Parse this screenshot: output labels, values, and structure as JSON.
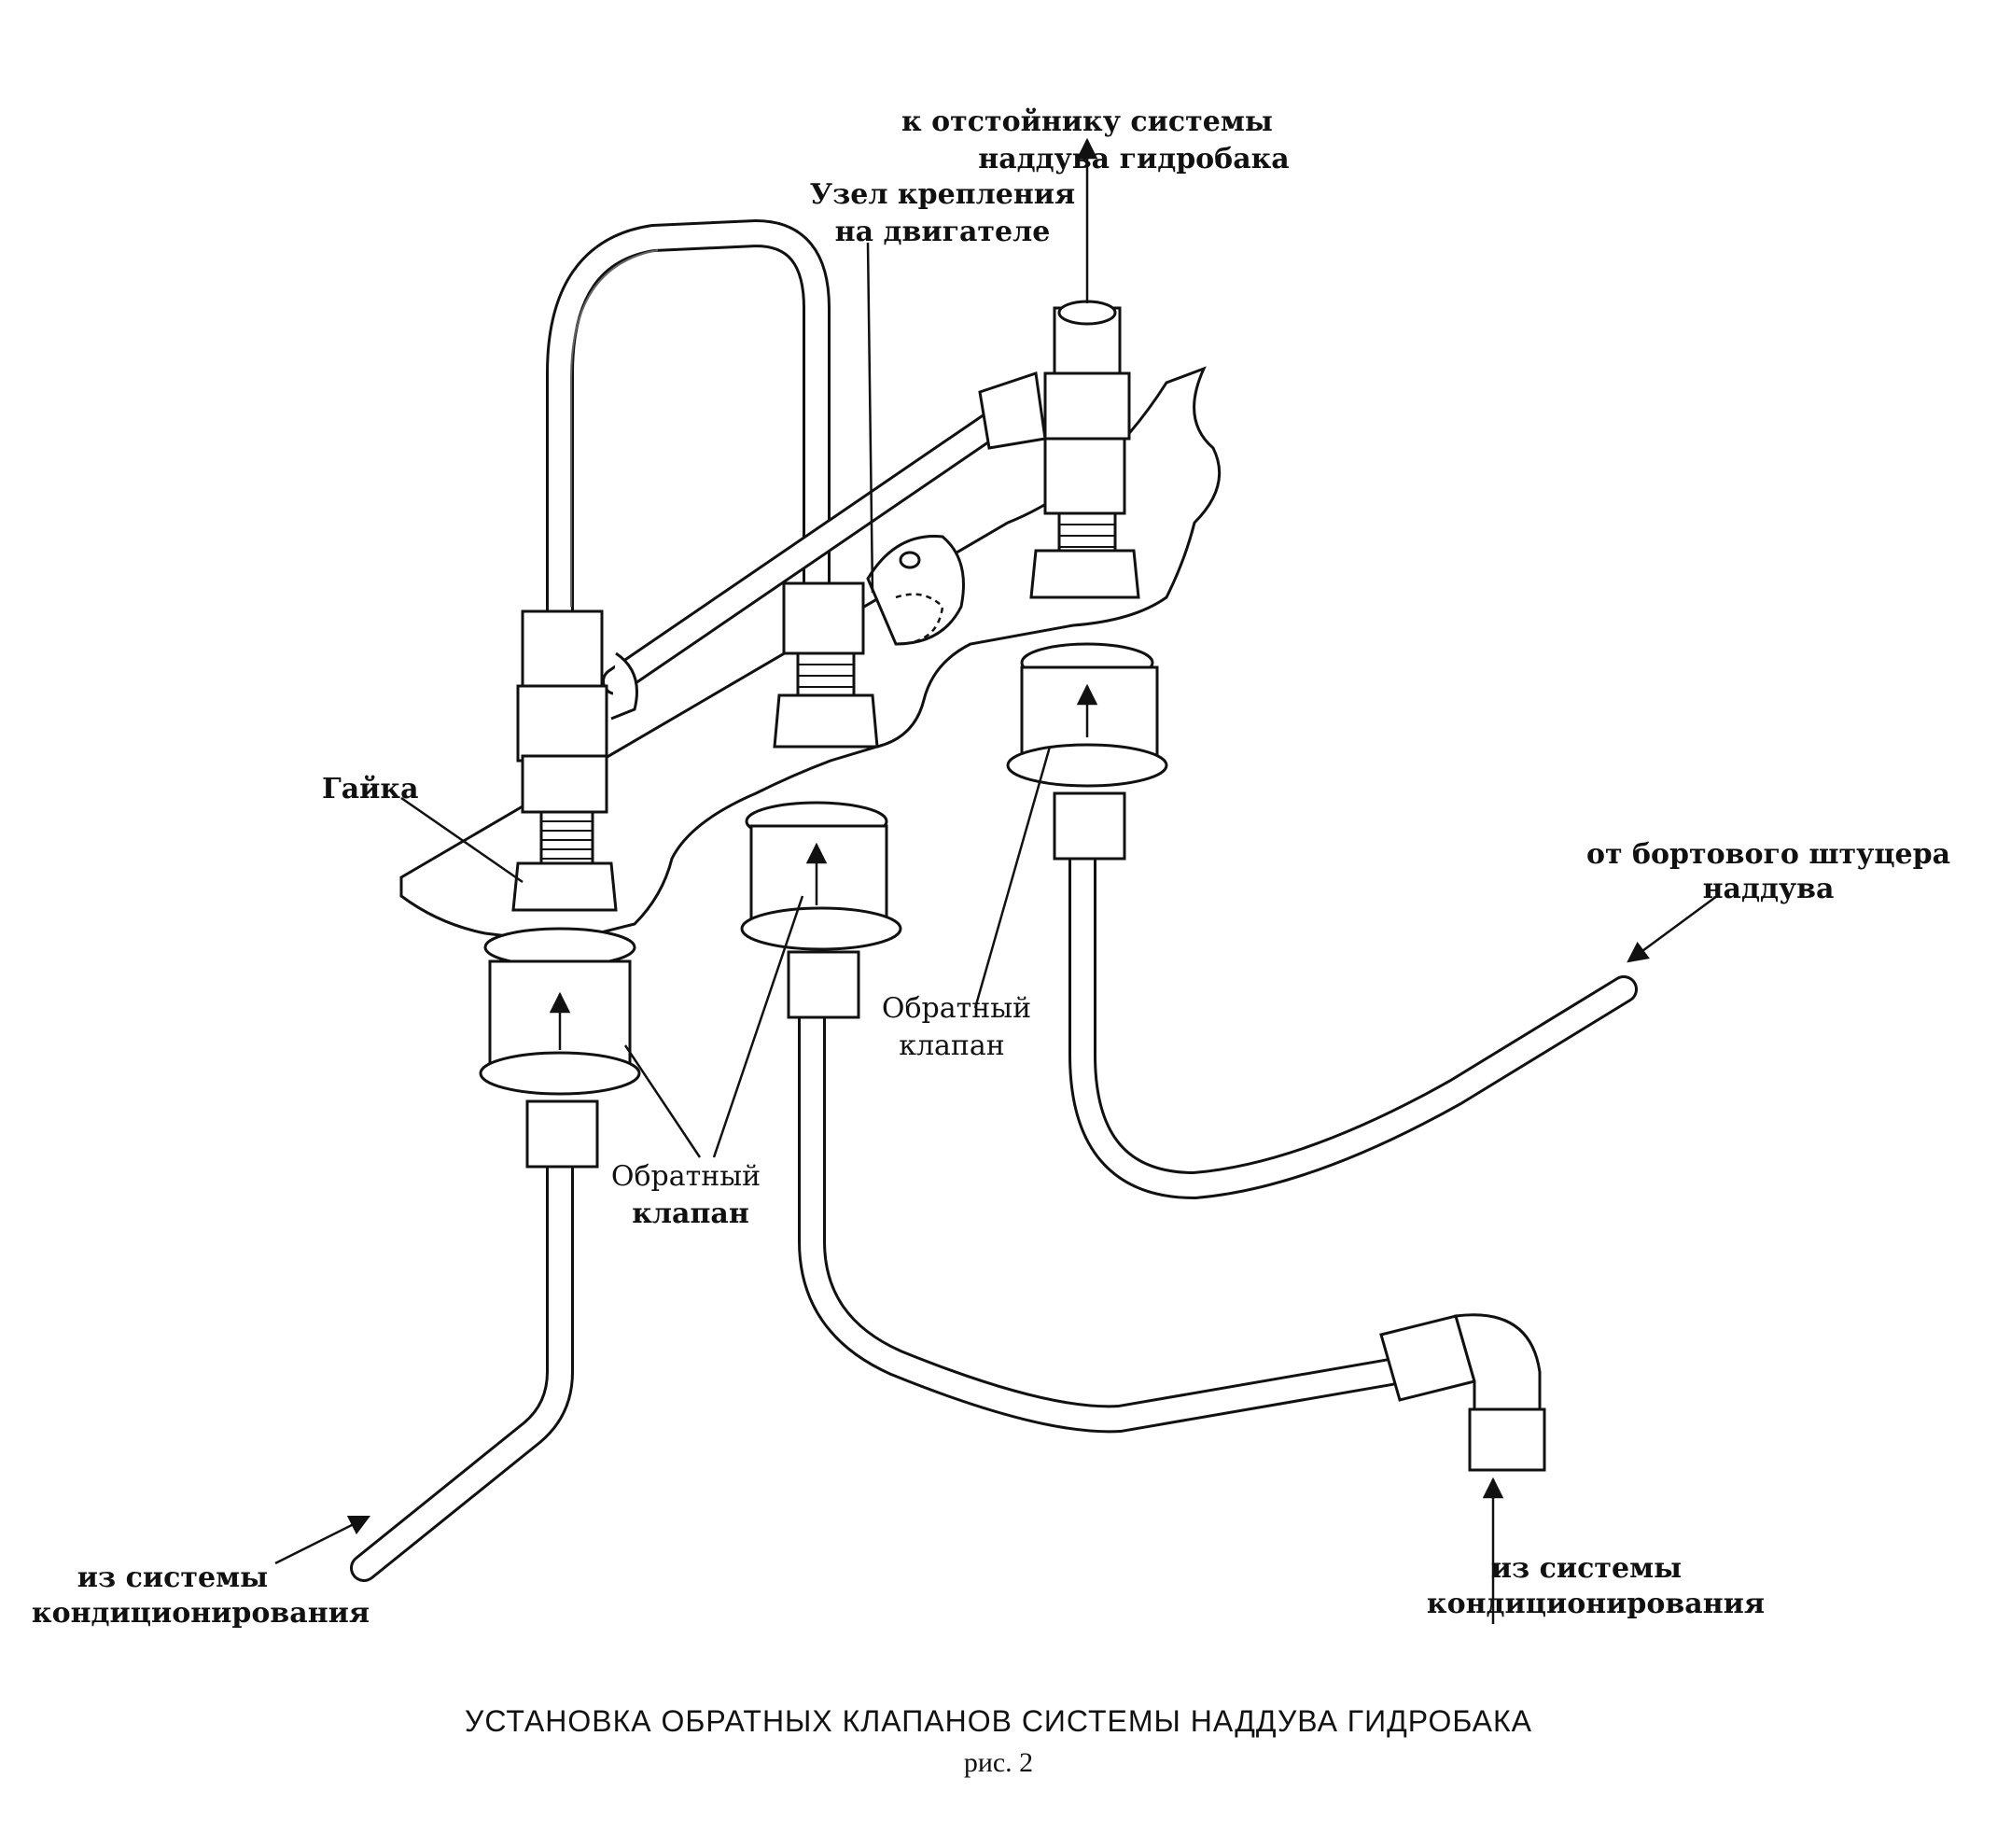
{
  "labels": {
    "sump": [
      "к отстойнику системы",
      "наддува гидробака"
    ],
    "mount": [
      "Узел крепления",
      "на двигателе"
    ],
    "nut": "Гайка",
    "valve_left": [
      "Обратный",
      "клапан"
    ],
    "valve_right": [
      "Обратный",
      "клапан"
    ],
    "board_fitting": [
      "от бортового штуцера",
      "наддува"
    ],
    "cond_left": [
      "из системы",
      "кондиционирования"
    ],
    "cond_right": [
      "из системы",
      "кондиционирования"
    ]
  },
  "caption": {
    "title": "УСТАНОВКА ОБРАТНЫХ КЛАПАНОВ СИСТЕМЫ НАДДУВА ГИДРОБАКА",
    "figure_no": "рис. 2"
  }
}
